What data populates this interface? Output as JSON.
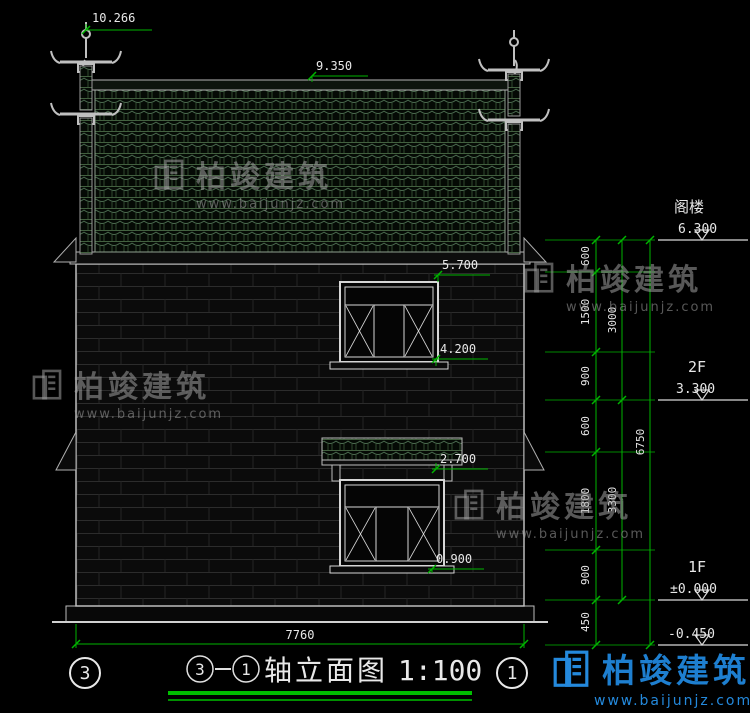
{
  "title": {
    "axis_start": "3",
    "axis_end": "1",
    "separator": "-",
    "name": "轴立面图",
    "scale": "1:100"
  },
  "axis_bubbles": {
    "left": "3",
    "right": "1"
  },
  "dims": {
    "total_height": "10.266",
    "ridge_height": "9.350",
    "win2_head": "5.700",
    "win2_sill": "4.200",
    "awning_level": "2.700",
    "win1_sill": "0.900",
    "overall_width": "7760",
    "chain_inner": [
      "600",
      "1500",
      "900",
      "600",
      "1800",
      "900",
      "450"
    ],
    "chain_mid": [
      "3000",
      "3300"
    ],
    "chain_outer": [
      "6750"
    ]
  },
  "levels": [
    {
      "label": "阁楼",
      "value": "6.300"
    },
    {
      "label": "2F",
      "value": "3.300"
    },
    {
      "label": "1F",
      "value": "±0.000"
    },
    {
      "label": "",
      "value": "-0.450"
    }
  ],
  "watermark": {
    "brand": "柏竣建筑",
    "url": "www.baijunjz.com"
  },
  "colors": {
    "background": "#000000",
    "drawing_line": "#c9c9c9",
    "dimension_green": "#00b400",
    "watermark_gray": "#9a9a9a",
    "logo_blue": "#1e7fd0"
  }
}
